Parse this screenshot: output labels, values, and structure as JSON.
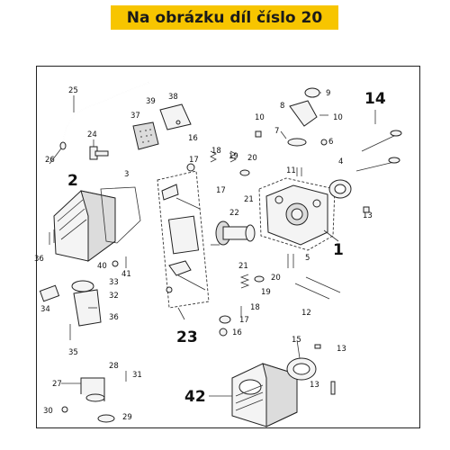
{
  "header": {
    "banner_text": "Na obrázku díl číslo 20"
  },
  "colors": {
    "banner": "#f7c500",
    "frame": "#222222"
  },
  "callouts": {
    "n1": "1",
    "n2": "2",
    "n3": "3",
    "n4": "4",
    "n5": "5",
    "n6": "6",
    "n7": "7",
    "n8": "8",
    "n9": "9",
    "n10a": "10",
    "n10b": "10",
    "n11": "11",
    "n12": "12",
    "n13a": "13",
    "n13b": "13",
    "n13c": "13",
    "n14": "14",
    "n15": "15",
    "n16": "16",
    "n17a": "17",
    "n17b": "17",
    "n18a": "18",
    "n18b": "18",
    "n19a": "19",
    "n19b": "19",
    "n20a": "20",
    "n20b": "20",
    "n21a": "21",
    "n21b": "21",
    "n22": "22",
    "n23": "23",
    "n24": "24",
    "n25": "25",
    "n26": "26",
    "n27": "27",
    "n28": "28",
    "n29": "29",
    "n30": "30",
    "n31": "31",
    "n32": "32",
    "n33": "33",
    "n34": "34",
    "n35": "35",
    "n36a": "36",
    "n36b": "36",
    "n37": "37",
    "n38": "38",
    "n39": "39",
    "n40": "40",
    "n41": "41",
    "n42": "42"
  }
}
